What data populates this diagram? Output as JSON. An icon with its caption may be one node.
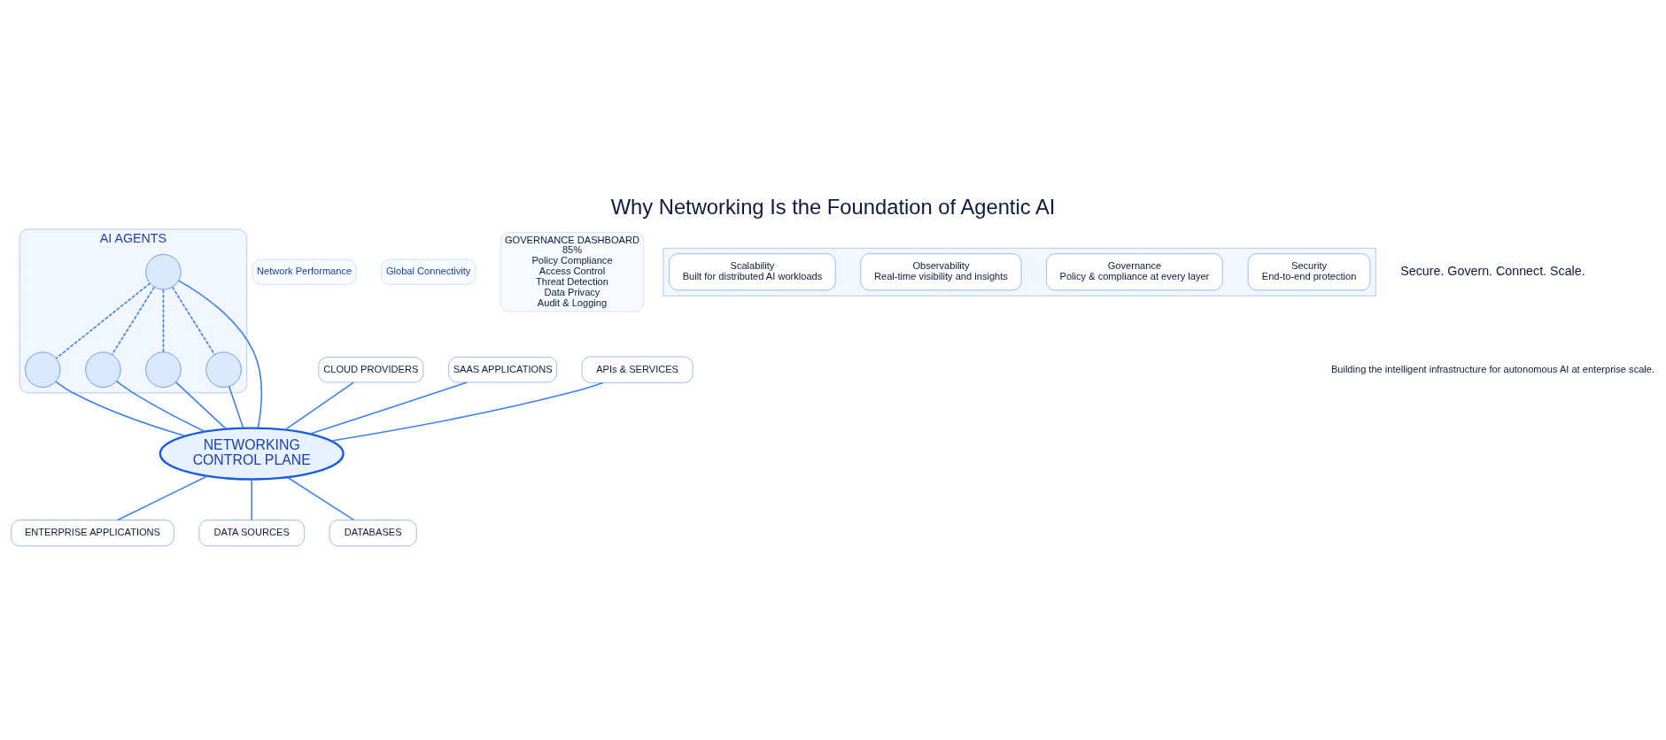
{
  "diagram": {
    "title": "Why Networking Is the Foundation of Agentic AI",
    "nodes": [
      {
        "text": [
          "NETWORKING",
          "CONTROL PLANE"
        ]
      },
      {
        "text": [
          "AI AGENTS"
        ]
      },
      {
        "text": [],
        "shape": "circle",
        "in": 1
      },
      {
        "text": [],
        "shape": "circle",
        "in": 1
      },
      {
        "text": [],
        "shape": "circle",
        "in": 1
      },
      {
        "text": [],
        "shape": "circle",
        "in": 1
      },
      {
        "text": [],
        "shape": "circle",
        "in": 1
      },
      {
        "text": [
          "CLOUD PROVIDERS"
        ]
      },
      {
        "text": [
          "SAAS APPLICATIONS"
        ]
      },
      {
        "text": [
          "APIs & SERVICES"
        ]
      },
      {
        "text": [
          "ENTERPRISE APPLICATIONS"
        ]
      },
      {
        "text": [
          "DATA SOURCES"
        ]
      },
      {
        "text": [
          "DATABASES"
        ]
      },
      {
        "text": [
          "Network Performance"
        ]
      },
      {
        "text": [
          "Global Connectivity"
        ]
      },
      {
        "text": [
          "GOVERNANCE DASHBOARD",
          "85%",
          "Policy Compliance",
          "Access Control",
          "Threat Detection",
          "Data Privacy",
          "Audit & Logging"
        ]
      },
      {
        "text": [],
        "shape": "box"
      },
      {
        "text": [
          "Security",
          "End-to-end protection"
        ],
        "in": 16
      },
      {
        "text": [
          "Governance",
          "Policy & compliance at every layer"
        ],
        "in": 16
      },
      {
        "text": [
          "Observability",
          "Real-time visibility and insights"
        ],
        "in": 16
      },
      {
        "text": [
          "Scalability",
          "Built for distributed AI workloads"
        ],
        "in": 16
      }
    ],
    "edges": [
      {
        "from": 4,
        "to": 2,
        "arrow": "none",
        "style": "dashed"
      },
      {
        "from": 4,
        "to": 3,
        "arrow": "none",
        "style": "dashed"
      },
      {
        "from": 4,
        "to": 5,
        "arrow": "none",
        "style": "dashed"
      },
      {
        "from": 4,
        "to": 6,
        "arrow": "none",
        "style": "dashed"
      },
      {
        "from": 2,
        "to": 0,
        "arrow": "none"
      },
      {
        "from": 3,
        "to": 0,
        "arrow": "none"
      },
      {
        "from": 4,
        "to": 0,
        "arrow": "none"
      },
      {
        "from": 5,
        "to": 0,
        "arrow": "none"
      },
      {
        "from": 6,
        "to": 0,
        "arrow": "none"
      },
      {
        "from": 7,
        "to": 0,
        "arrow": "none"
      },
      {
        "from": 8,
        "to": 0,
        "arrow": "none"
      },
      {
        "from": 9,
        "to": 0,
        "arrow": "none"
      },
      {
        "from": 0,
        "to": 10,
        "arrow": "none"
      },
      {
        "from": 0,
        "to": 11,
        "arrow": "none"
      },
      {
        "from": 0,
        "to": 12,
        "arrow": "none"
      }
    ],
    "labels": [
      "Secure. Govern. Connect. Scale.",
      "Building the intelligent infrastructure for autonomous AI at enterprise scale."
    ]
  }
}
